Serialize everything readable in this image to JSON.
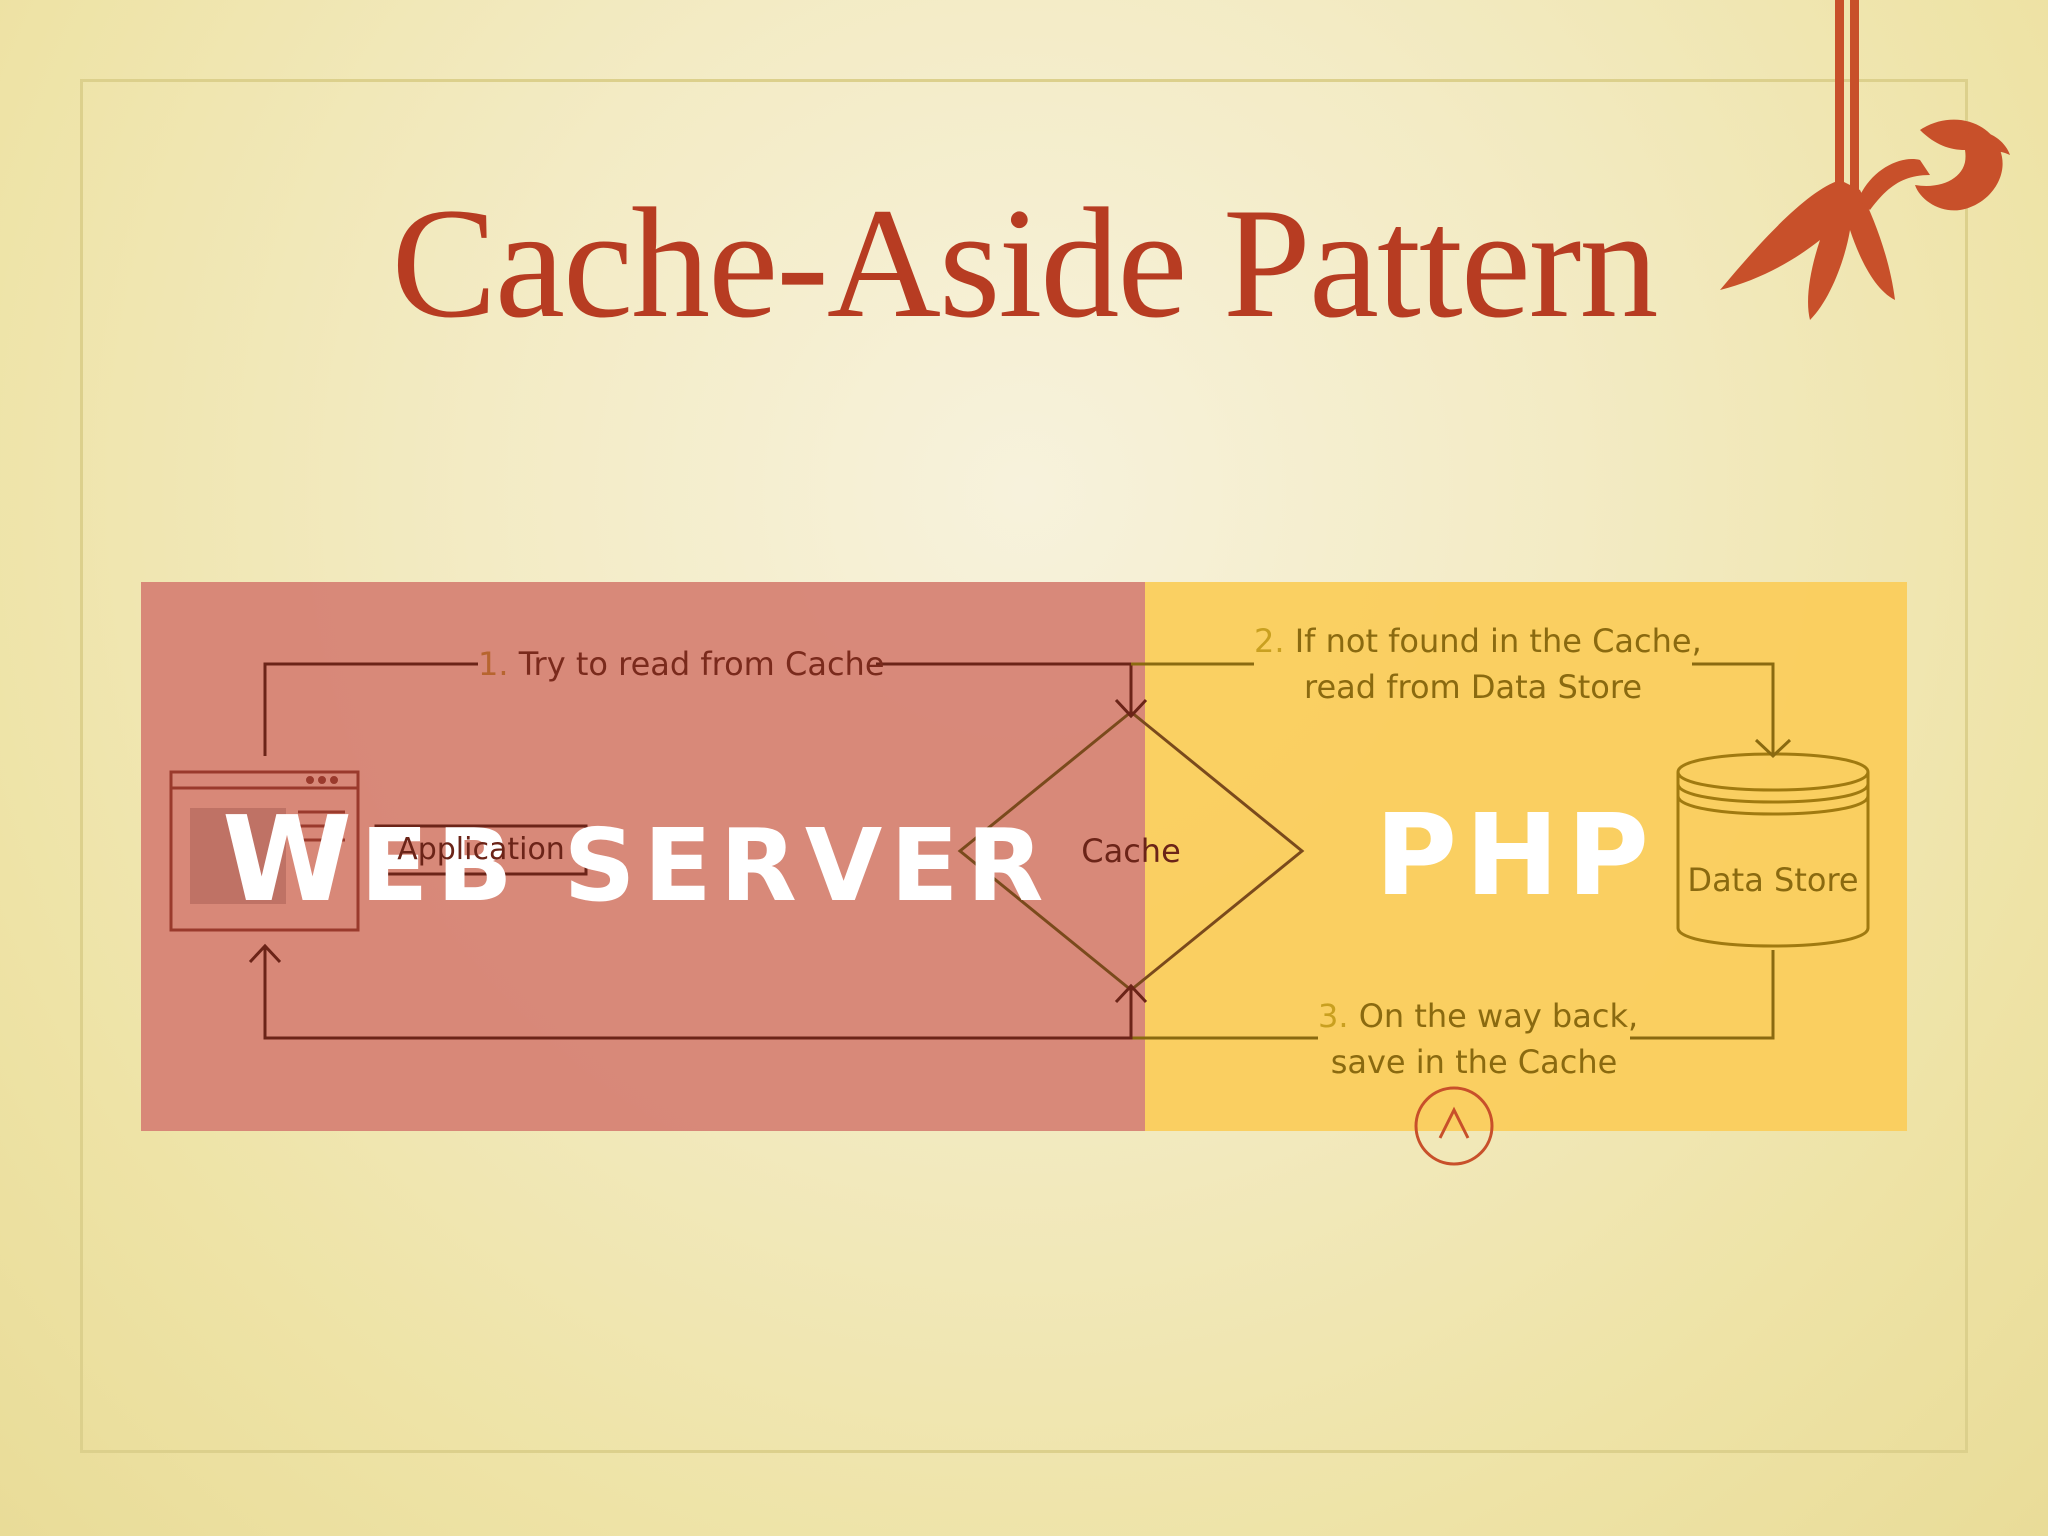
{
  "slide": {
    "title": "Cache-Aside Pattern"
  },
  "panels": {
    "web_server": {
      "label_first": "W",
      "label_rest": "EB SERVER",
      "color": "#d68476"
    },
    "php": {
      "label": "PHP",
      "color": "#face5c"
    }
  },
  "diagram": {
    "application": "Application",
    "cache": "Cache",
    "data_store": "Data Store",
    "step1": {
      "num": "1.",
      "text": "Try to read from Cache"
    },
    "step2": {
      "num": "2.",
      "line1": "If not found in the Cache,",
      "line2": "read from Data Store"
    },
    "step3": {
      "num": "3.",
      "line1": "On the way back,",
      "line2": "save in the Cache"
    }
  },
  "colors": {
    "title": "#b73c22",
    "ornament": "#c8502a",
    "arrow_dark": "#6b2418",
    "arrow_php": "#8a6a10"
  }
}
